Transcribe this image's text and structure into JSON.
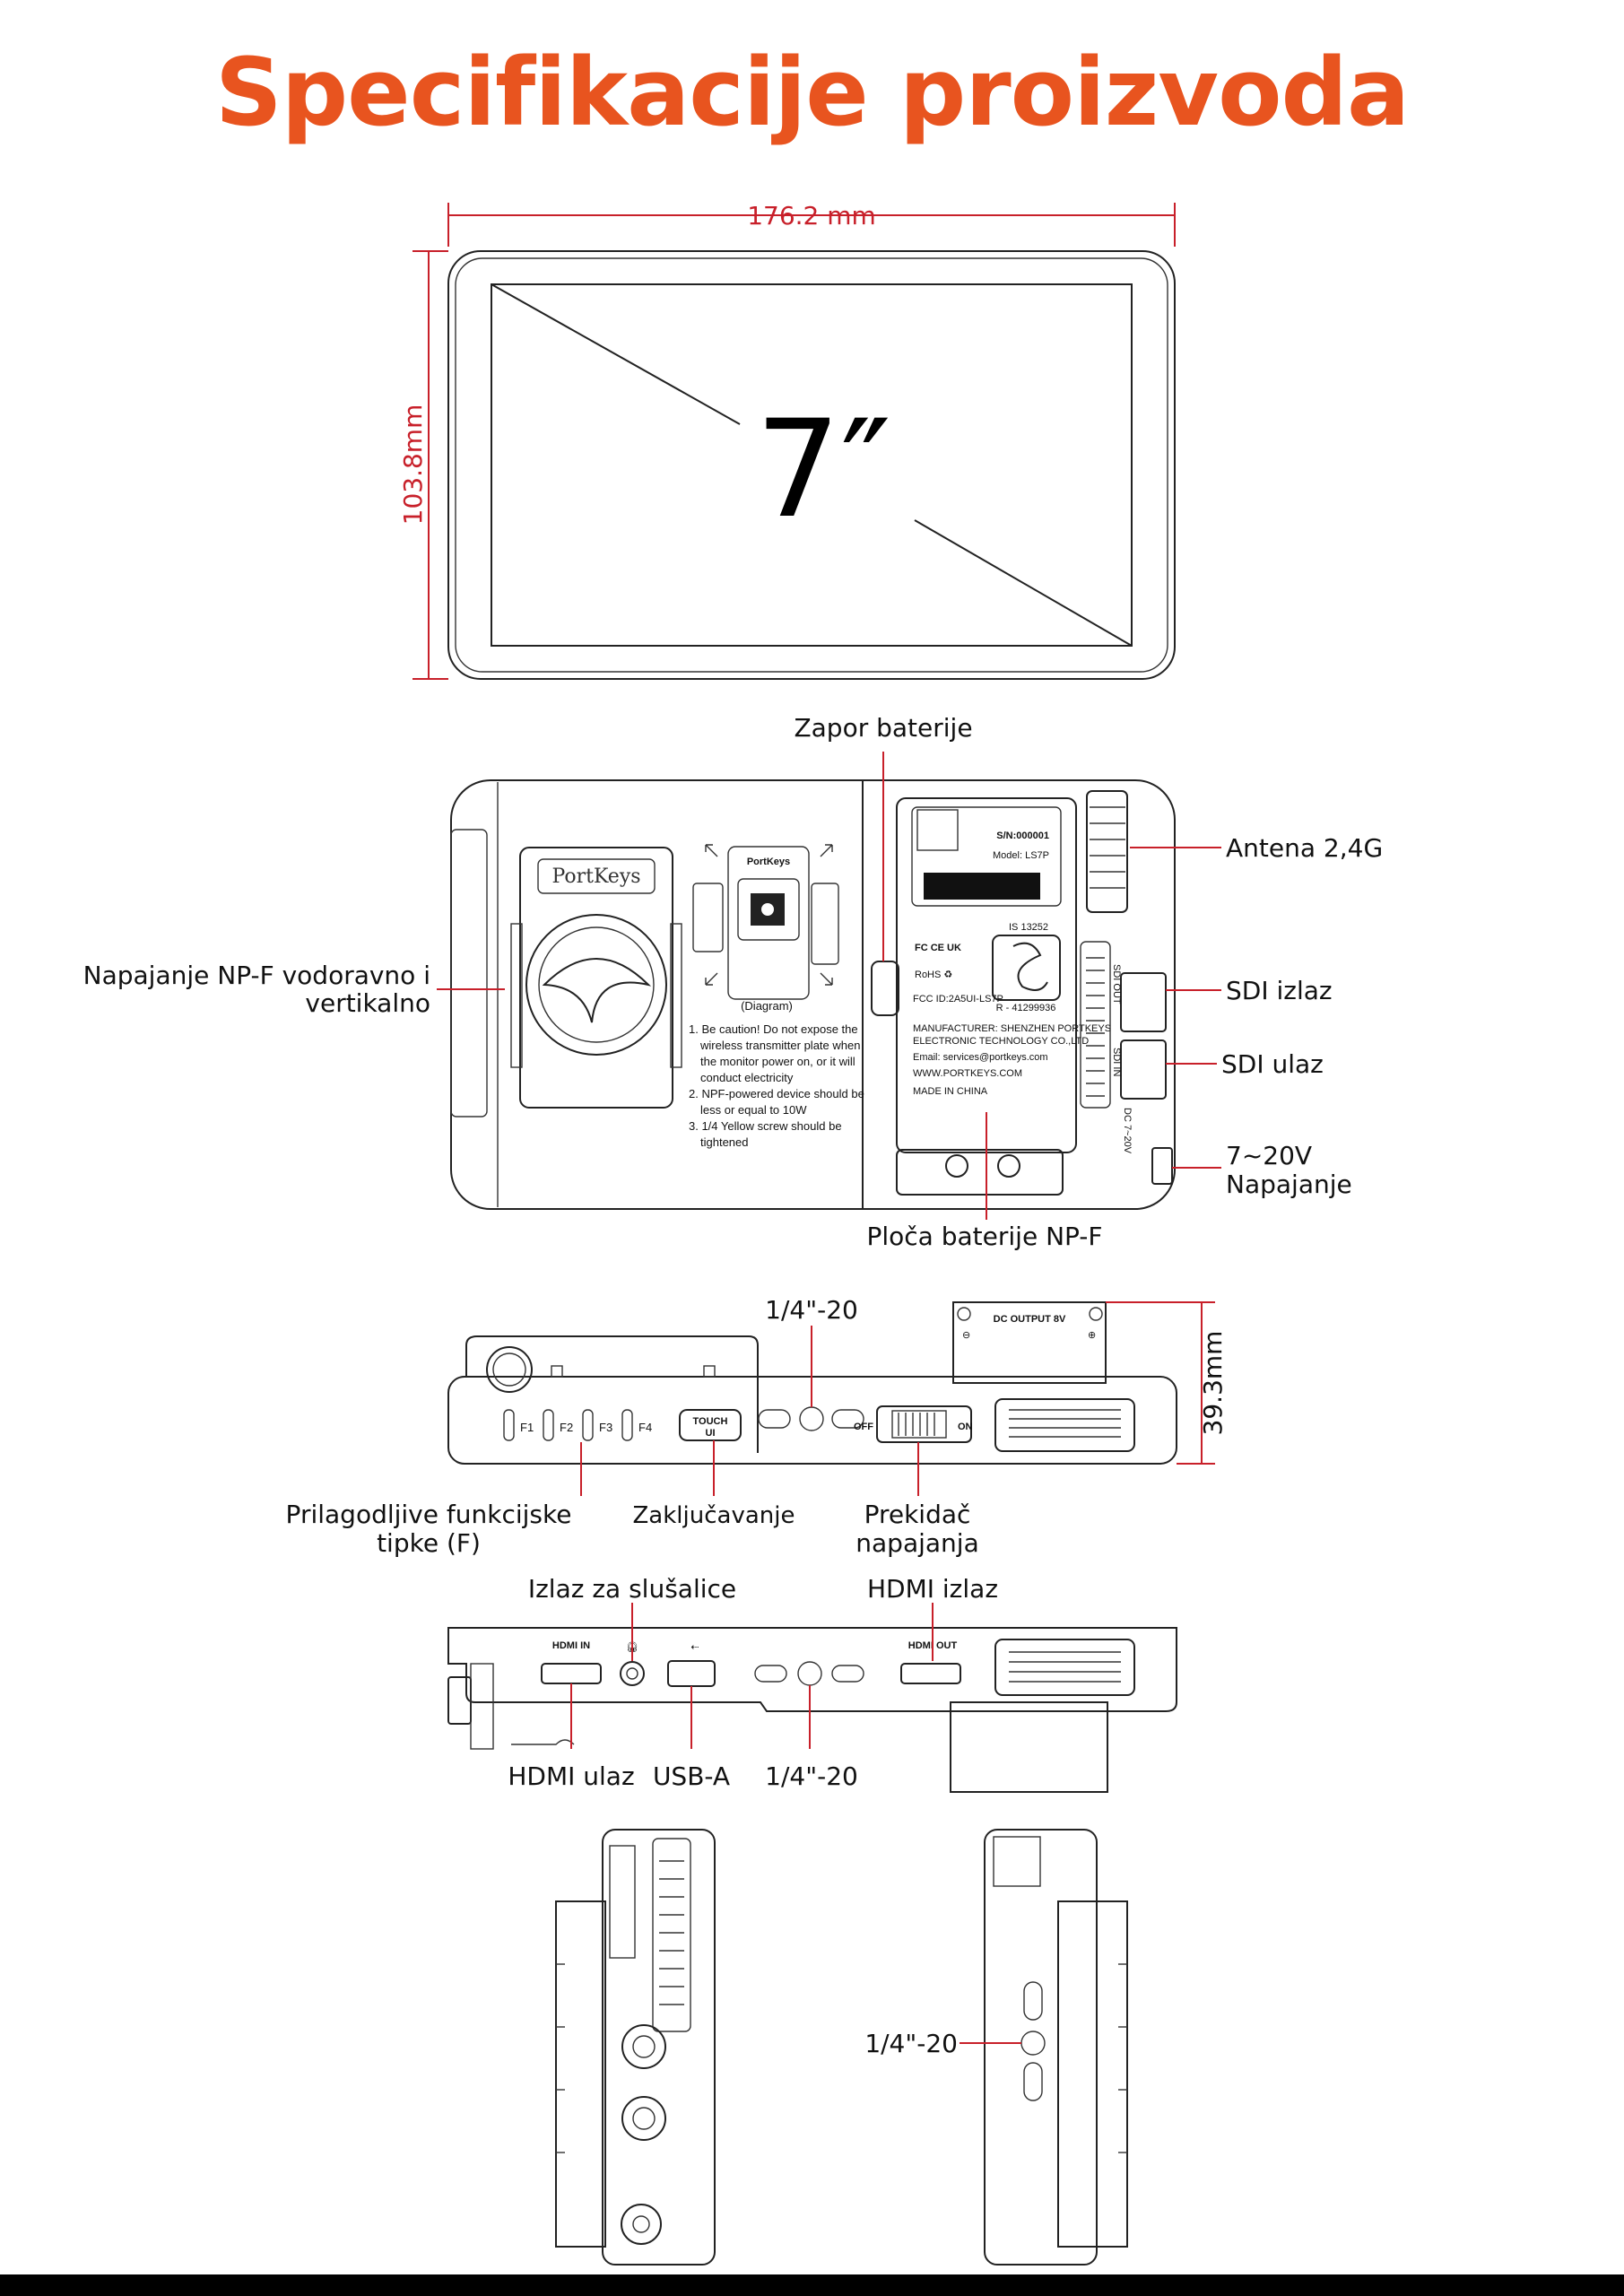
{
  "title": "Specifikacije proizvoda",
  "colors": {
    "accent": "#e8541f",
    "dimension": "#c8202a",
    "line": "#222222"
  },
  "front": {
    "width_mm": "176.2 mm",
    "height_mm": "103.8mm",
    "screen_size": "7″"
  },
  "back": {
    "labels": {
      "battery_lock": "Zapor baterije",
      "antenna": "Antena 2,4G",
      "npf_power": "Napajanje NP-F vodoravno i",
      "npf_power2": "vertikalno",
      "sdi_out": "SDI izlaz",
      "sdi_in": "SDI ulaz",
      "dc_power_v": "7~20V",
      "dc_power": "Napajanje",
      "battery_plate": "Ploča baterije NP-F"
    },
    "printed": {
      "brand": "PortKeys",
      "diagram_caption": "(Diagram)",
      "caution1": "1. Be caution! Do not expose the",
      "caution1b": "wireless transmitter plate when",
      "caution1c": "the monitor power on, or it will",
      "caution1d": "conduct electricity",
      "caution2": "2. NPF-powered device should be",
      "caution2b": "less or equal to 10W",
      "caution3": "3. 1/4 Yellow screw should be",
      "caution3b": "tightened",
      "sn": "S/N:000001",
      "model": "Model: LS7P",
      "is": "IS 13252",
      "fcc_id": "FCC ID:2A5UI-LS7P",
      "r_code": "R - 41299936",
      "manufacturer": "MANUFACTURER: SHENZHEN PORTKEYS",
      "manufacturer2": "ELECTRONIC TECHNOLOGY CO.,LTD",
      "email": "Email: services@portkeys.com",
      "web": "WWW.PORTKEYS.COM",
      "made": "MADE IN CHINA",
      "port_sdi_out": "SDI OUT",
      "port_sdi_in": "SDI IN",
      "port_dc": "DC 7~20V"
    }
  },
  "top_view": {
    "thread": "1/4\"-20",
    "depth_mm": "39.3mm",
    "dc_output": "DC OUTPUT 8V",
    "keys": [
      "F1",
      "F2",
      "F3",
      "F4"
    ],
    "touch": "TOUCH",
    "ui": "UI",
    "off": "OFF",
    "on": "ON",
    "labels": {
      "fn_keys": "Prilagodljive funkcijske",
      "fn_keys2": "tipke (F)",
      "lock": "Zaključavanje",
      "power_switch": "Prekidač",
      "power_switch2": "napajanja"
    }
  },
  "bottom_view": {
    "labels": {
      "headphone": "Izlaz za slušalice",
      "hdmi_out": "HDMI izlaz",
      "hdmi_in": "HDMI ulaz",
      "usb_a": "USB-A",
      "thread": "1/4\"-20"
    },
    "printed": {
      "hdmi_in": "HDMI IN",
      "hdmi_out": "HDMI OUT"
    }
  },
  "side_view": {
    "thread": "1/4\"-20"
  }
}
